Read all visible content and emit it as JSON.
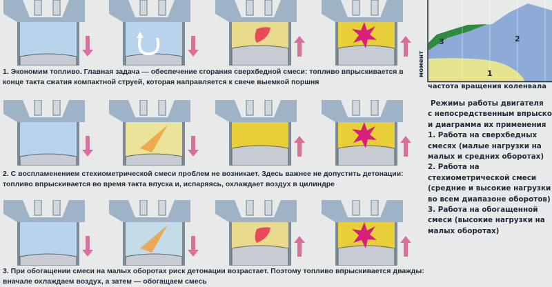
{
  "rows": [
    {
      "caption": [
        "1. Экономим топливо. Главная задача — обеспечение сгорания сверхбедной смеси: топливо впрыскивается в",
        "конце такта сжатия компактной струей, которая направляется к свече выемкой поршня"
      ],
      "panels": [
        {
          "fill": "#b8d4ec",
          "arrow": "down",
          "effect": "none"
        },
        {
          "fill": "#b8d4ec",
          "arrow": "down",
          "effect": "swirl"
        },
        {
          "fill": "#e8dc8c",
          "arrow": "up",
          "effect": "plume"
        },
        {
          "fill": "#e8cf3a",
          "arrow": "up",
          "effect": "star"
        }
      ]
    },
    {
      "caption": [
        "2. С воспламенением стехиометрической смеси проблем не возникает. Здесь  важнее не допустить детонации:",
        "топливо впрыскивается во время такта впуска и, испаряясь, охлаждает воздух в цилиндре"
      ],
      "panels": [
        {
          "fill": "#b8d4ec",
          "arrow": "down",
          "effect": "none"
        },
        {
          "fill": "#ece39a",
          "arrow": "down",
          "effect": "spray"
        },
        {
          "fill": "#e8cf3a",
          "arrow": "up",
          "effect": "none"
        },
        {
          "fill": "#e8cf3a",
          "arrow": "up",
          "effect": "star"
        }
      ]
    },
    {
      "caption": [
        "3. При обогащении смеси на малых оборотах риск детонации возрастает. Поэтому топливо впрыскивается дважды:",
        "вначале охлаждаем воздух, а затем — обогащаем смесь"
      ],
      "panels": [
        {
          "fill": "#b8d4ec",
          "arrow": "down",
          "effect": "none"
        },
        {
          "fill": "#c4dbe8",
          "arrow": "down",
          "effect": "spray"
        },
        {
          "fill": "#e8dc8c",
          "arrow": "up",
          "effect": "plume"
        },
        {
          "fill": "#e8cf3a",
          "arrow": "up",
          "effect": "star"
        }
      ]
    }
  ],
  "chart": {
    "xlabel": "частота вращения коленвала",
    "ylabel": "момент",
    "regions": [
      {
        "label": "1",
        "color": "#e6e48e"
      },
      {
        "label": "2",
        "color": "#8eaad6"
      },
      {
        "label": "3",
        "color": "#2e8a3e"
      }
    ]
  },
  "legend": [
    "Режимы работы двигателя",
    "с непосредственным впрыском",
    "и диаграмма их применения",
    "1. Работа на сверхбедных",
    "смесях (малые нагрузки на",
    "малых и средних оборотах)",
    "2. Работа на",
    "стехиометрической смеси",
    "(средние и высокие нагрузки",
    "во всем диапазоне оборотов)",
    "3. Работа на обогащенной",
    "смеси (высокие нагрузки на",
    "малых оборотах)"
  ],
  "colors": {
    "arrow": "#d9709a",
    "head": "#9fb3c6",
    "spark": "#d8207a"
  }
}
